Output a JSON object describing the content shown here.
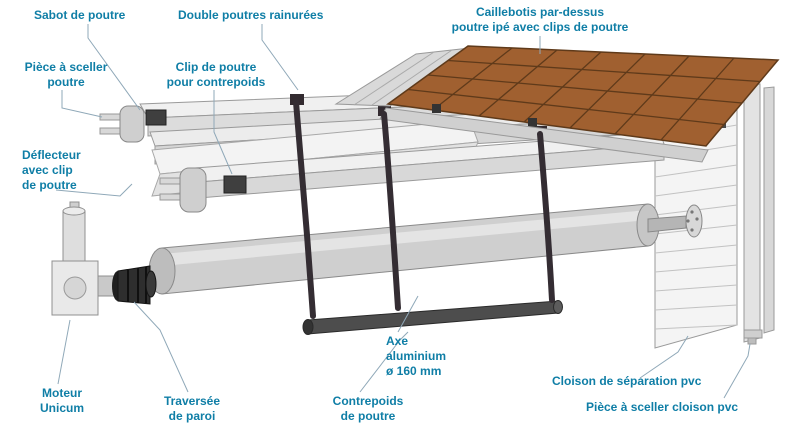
{
  "labels": {
    "sabot": "Sabot de poutre",
    "double_poutres": "Double poutres rainurées",
    "caillebotis": "Caillebotis par-dessus\npoutre ipé avec clips de poutre",
    "piece_sceller_poutre": "Pièce à sceller\npoutre",
    "clip_poutre": "Clip de poutre\npour contrepoids",
    "deflecteur": "Déflecteur\navec clip\nde poutre",
    "moteur": "Moteur\nUnicum",
    "traversee": "Traversée\nde paroi",
    "contrepoids": "Contrepoids\nde poutre",
    "axe": "Axe\naluminium\nø 160 mm",
    "cloison": "Cloison de séparation pvc",
    "piece_sceller_cloison": "Pièce à sceller cloison pvc"
  },
  "colors": {
    "label_text": "#0f7ea6",
    "leader_line": "#8fa8b8",
    "wood": "#a06030",
    "wood_line": "#5f3a1a",
    "metal_light": "#efefef",
    "metal_mid": "#d6d6d6",
    "dark_part": "#3a3a3a"
  }
}
